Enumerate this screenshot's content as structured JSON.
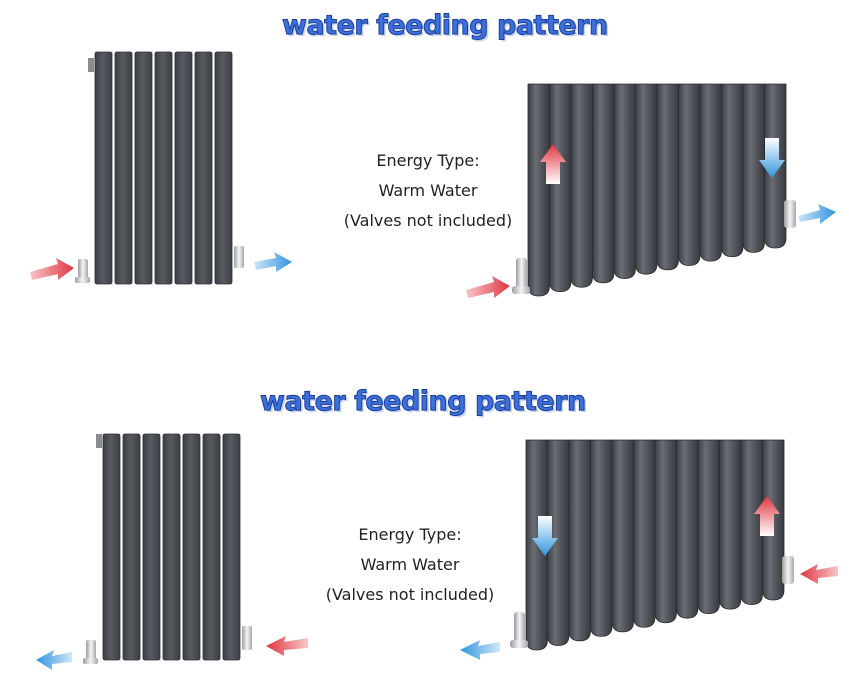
{
  "sections": [
    {
      "title": "water feeding pattern",
      "energy_label": "Energy Type:",
      "energy_value": "Warm Water",
      "valves_note": "(Valves not included)"
    },
    {
      "title": "water feeding pattern",
      "energy_label": "Energy Type:",
      "energy_value": "Warm Water",
      "valves_note": "(Valves not included)"
    }
  ],
  "colors": {
    "title": "#3d6fd8",
    "radiator": "#4a4d52",
    "hot_arrow": "#e8414b",
    "cold_arrow": "#3c9ee0",
    "valve": "#d6d8db"
  }
}
